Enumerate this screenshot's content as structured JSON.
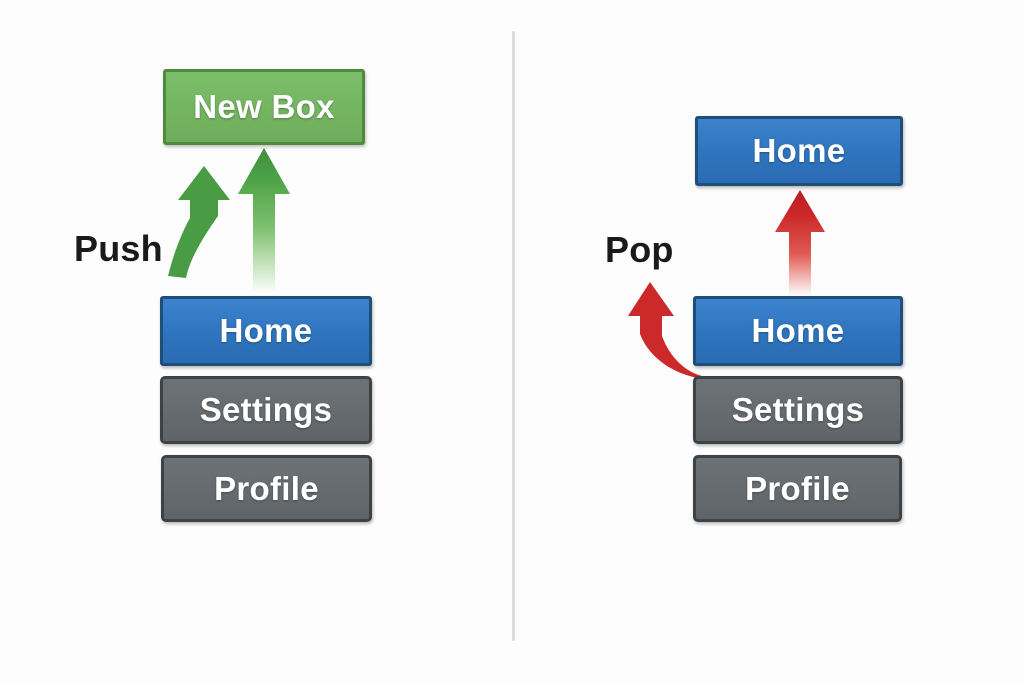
{
  "diagram": {
    "title_hidden": "Stack push and pop operation diagram",
    "background_color": "#fdfdfd",
    "divider": {
      "name": "vertical-divider",
      "color": "#dcdcdc"
    }
  },
  "colors": {
    "blue_fill": "#2e74bd",
    "blue_border": "#1f4e79",
    "gray_fill": "#666b6f",
    "gray_border": "#3d4245",
    "green_fill": "#74b561",
    "green_border": "#4f8a3f",
    "green_arrow": "#4a9c44",
    "red_arrow": "#cc2a2a",
    "label_text": "#1a1a1a",
    "box_text": "#ffffff"
  },
  "left_panel": {
    "operation_label": "Push",
    "new_box": {
      "label": "New Box",
      "style": "green"
    },
    "stack": [
      {
        "label": "Home",
        "style": "blue"
      },
      {
        "label": "Settings",
        "style": "gray"
      },
      {
        "label": "Profile",
        "style": "gray"
      }
    ],
    "arrows": [
      {
        "name": "push-curved-arrow",
        "color": "#4a9c44",
        "direction": "up-right",
        "shape": "curved"
      },
      {
        "name": "push-straight-arrow",
        "color": "#4a9c44",
        "direction": "up",
        "shape": "straight-gradient"
      }
    ]
  },
  "right_panel": {
    "operation_label": "Pop",
    "popped_box": {
      "label": "Home",
      "style": "blue"
    },
    "stack": [
      {
        "label": "Home",
        "style": "blue"
      },
      {
        "label": "Settings",
        "style": "gray"
      },
      {
        "label": "Profile",
        "style": "gray"
      }
    ],
    "arrows": [
      {
        "name": "pop-curved-arrow",
        "color": "#cc2a2a",
        "direction": "up-left",
        "shape": "curved"
      },
      {
        "name": "pop-straight-arrow",
        "color": "#cc2a2a",
        "direction": "up",
        "shape": "straight-gradient"
      }
    ]
  }
}
